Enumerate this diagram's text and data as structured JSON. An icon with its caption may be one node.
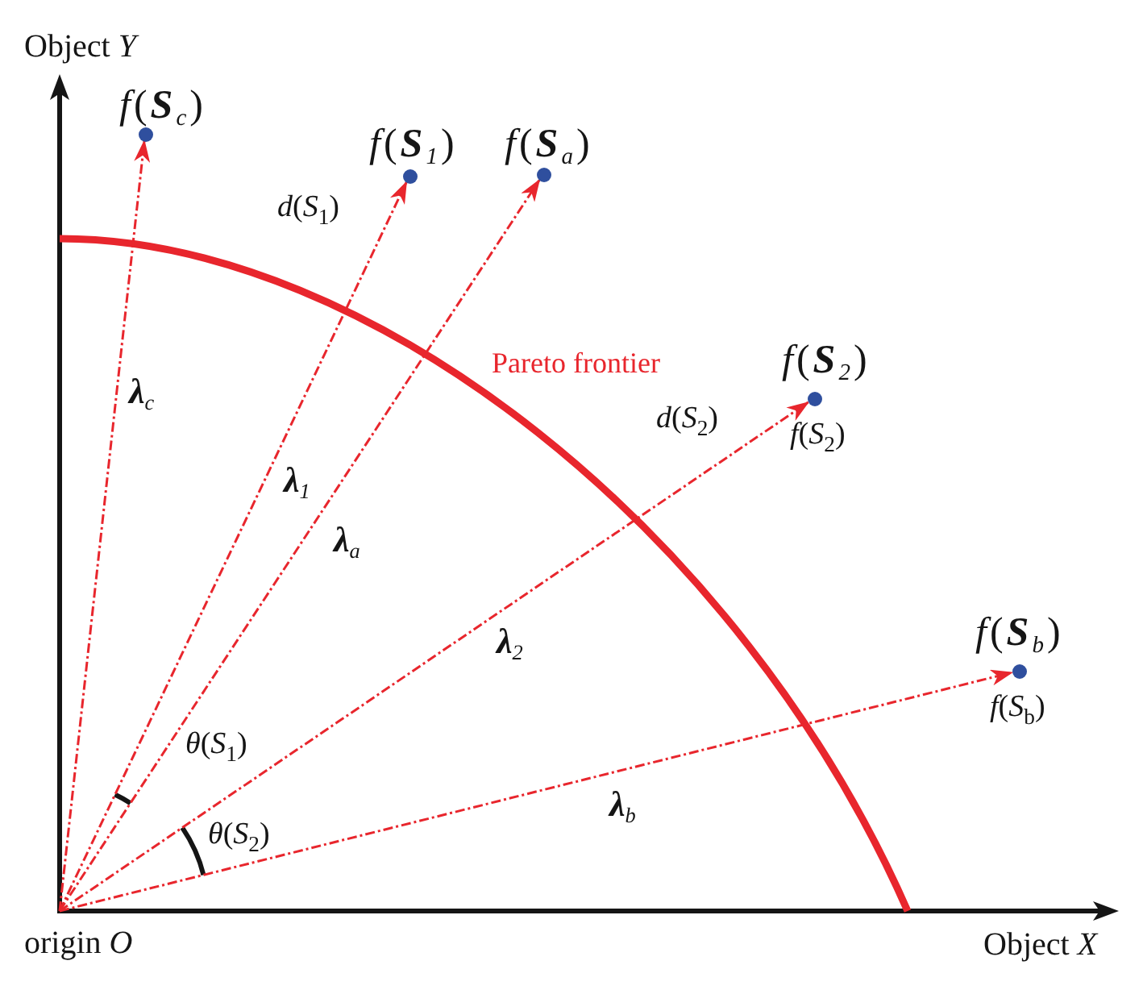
{
  "diagram": {
    "nodes": [
      {
        "text": [
          "*f*(**S**$_{c}$)"
        ]
      },
      {
        "text": [
          "*f*(**S**$_{1}$)"
        ]
      },
      {
        "text": [
          "*f*(**S**$_{a}$)"
        ]
      },
      {
        "text": [
          "*f*(**S**$_{2}$)"
        ],
        "beside": [
          "*f*(*S*$_{2}$)"
        ]
      },
      {
        "text": [
          "*f*(**S**$_{b}$)"
        ],
        "beside": [
          "*f*(*S*$_{b}$)"
        ]
      },
      {
        "text": [
          "origin *O*"
        ]
      }
    ],
    "edges": [
      {
        "from": 5,
        "to": 0,
        "arrow": "to",
        "style": "dashed",
        "label": "**λ**$_{c}$"
      },
      {
        "from": 5,
        "to": 1,
        "arrow": "to",
        "style": "dashed",
        "label": "**λ**$_{1}$"
      },
      {
        "from": 5,
        "to": 2,
        "arrow": "to",
        "style": "dashed",
        "label": "**λ**$_{a}$"
      },
      {
        "from": 5,
        "to": 3,
        "arrow": "to",
        "style": "dashed",
        "label": "**λ**$_{2}$"
      },
      {
        "from": 5,
        "to": 4,
        "arrow": "to",
        "style": "dashed",
        "label": "**λ**$_{b}$"
      }
    ],
    "labels": [
      "Object *Y*",
      "*d*(*S*$_{1}$)",
      "Pareto frontier",
      "*d*(*S*$_{2}$)",
      "*θ*(*S*$_{1}$)",
      "*θ*(*S*$_{2}$)",
      "Object *X*"
    ]
  }
}
